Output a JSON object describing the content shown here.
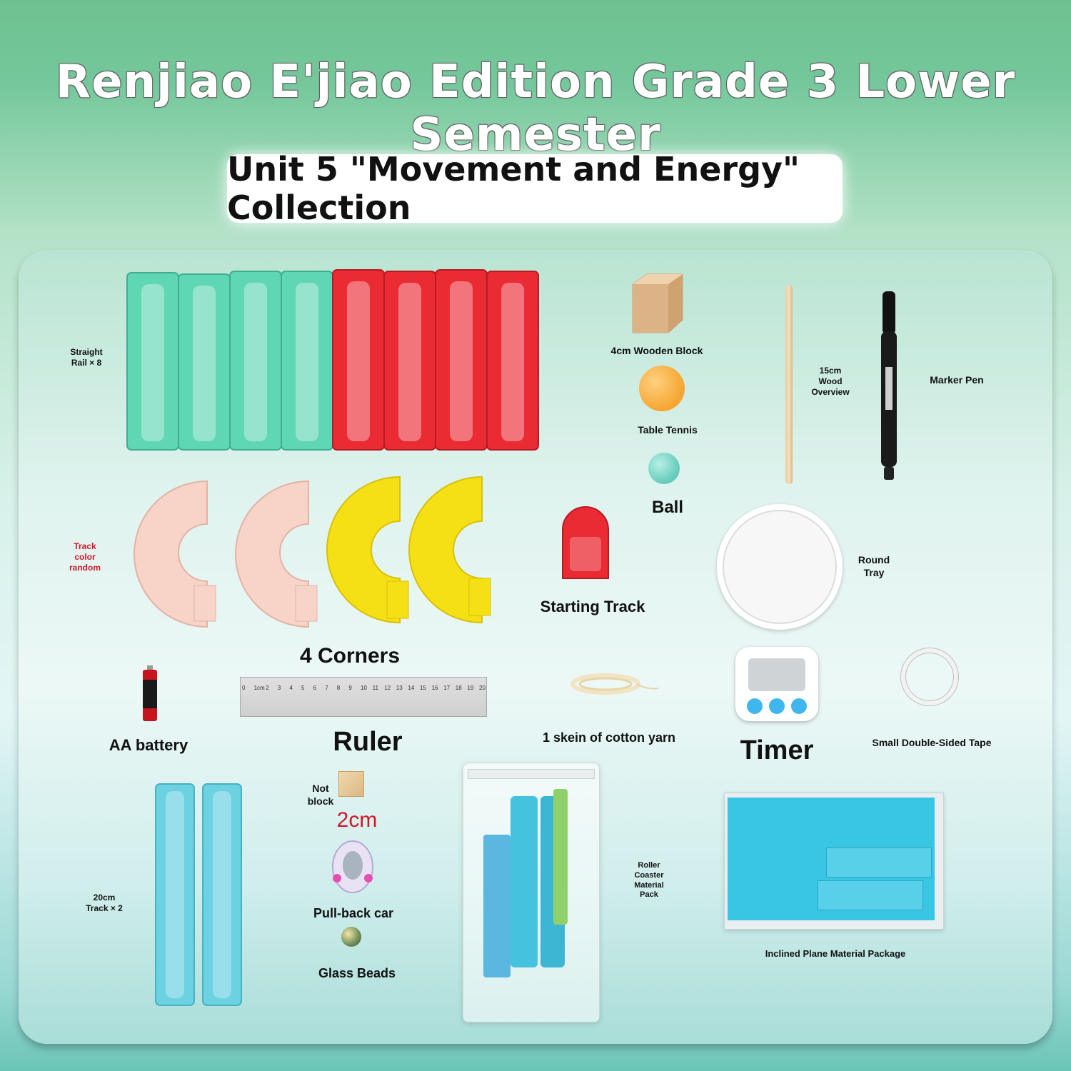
{
  "header": {
    "title": "Renjiao E'jiao Edition Grade 3 Lower Semester",
    "subtitle": "Unit 5 \"Movement and Energy\" Collection"
  },
  "labels": {
    "straight_rail": "Straight Rail × 8",
    "wooden_block": "4cm Wooden Block",
    "table_tennis": "Table Tennis",
    "ball": "Ball",
    "wood_stick": "15cm Wood Overview",
    "marker_pen": "Marker Pen",
    "track_color": "Track color random",
    "starting_track": "Starting Track",
    "round_tray": "Round Tray",
    "corners": "4 Corners",
    "aa_battery": "AA battery",
    "ruler": "Ruler",
    "cotton_yarn": "1 skein of cotton yarn",
    "timer": "Timer",
    "double_tape": "Small Double-Sided Tape",
    "not_block": "Not block",
    "block_size": "2cm",
    "track_20cm": "20cm Track × 2",
    "pull_back_car": "Pull-back car",
    "glass_beads": "Glass Beads",
    "roller_coaster": "Roller Coaster Material Pack",
    "inclined_plane": "Inclined Plane Material Package"
  },
  "ruler_ticks": [
    "0",
    "1cm",
    "2",
    "3",
    "4",
    "5",
    "6",
    "7",
    "8",
    "9",
    "10",
    "11",
    "12",
    "13",
    "14",
    "15",
    "16",
    "17",
    "18",
    "19",
    "20"
  ],
  "colors": {
    "rail_green": "#5fd6b4",
    "rail_red": "#ea2b33",
    "corner_pink": "#f7d3c8",
    "corner_yellow": "#f4e015",
    "track_blue": "#6cd2e2",
    "plane_blue": "#39c6e4",
    "timer_blue": "#3fb7ee"
  }
}
